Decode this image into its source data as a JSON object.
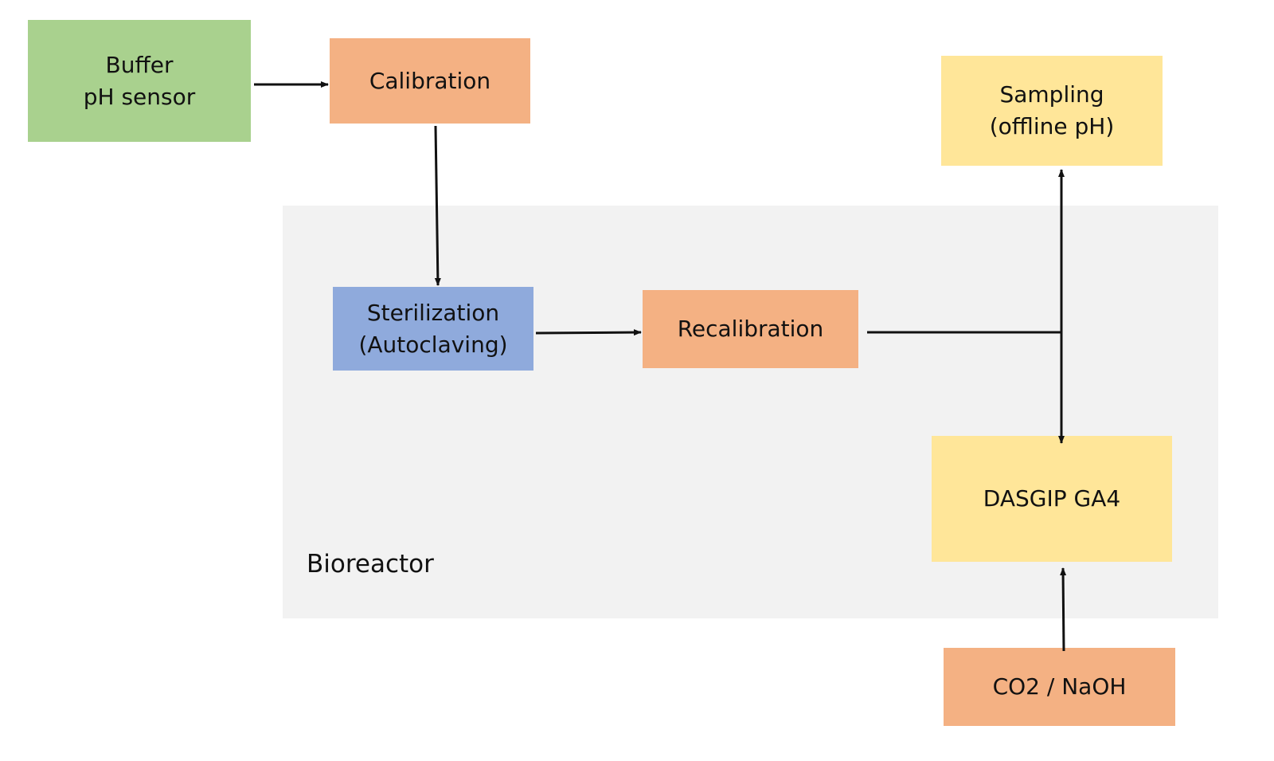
{
  "region": {
    "label": "Bioreactor"
  },
  "nodes": {
    "buffer": [
      "Buffer",
      "pH sensor"
    ],
    "calibration": [
      "Calibration"
    ],
    "sterilization": [
      "Sterilization",
      "(Autoclaving)"
    ],
    "recalibration": [
      "Recalibration"
    ],
    "sampling": [
      "Sampling",
      "(offline pH)"
    ],
    "dasgip": [
      "DASGIP GA4"
    ],
    "co2_naoh": [
      "CO2 / NaOH"
    ]
  },
  "colors": {
    "green": "#a9d18e",
    "orange": "#f4b183",
    "blue": "#8faadc",
    "yellow": "#ffe699",
    "region": "#f2f2f2",
    "arrow": "#111111"
  }
}
